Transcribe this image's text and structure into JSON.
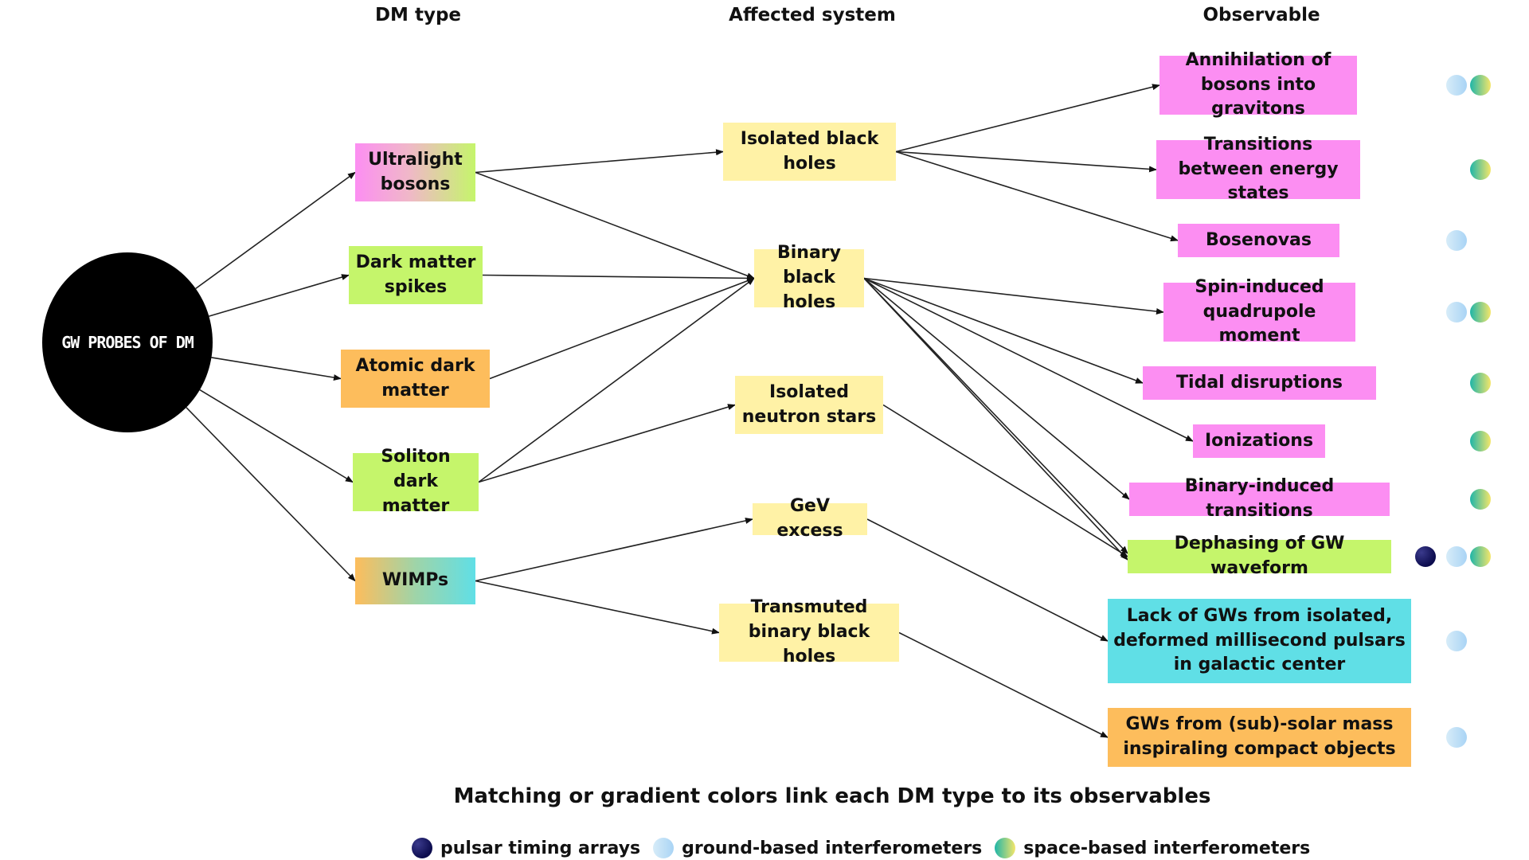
{
  "headers": {
    "dm_type": "DM type",
    "affected_system": "Affected system",
    "observable": "Observable"
  },
  "root": {
    "label": "GW PROBES OF DM"
  },
  "dm_types": [
    {
      "id": "ulb",
      "label": "Ultralight bosons"
    },
    {
      "id": "spikes",
      "label": "Dark matter spikes"
    },
    {
      "id": "atomic",
      "label": "Atomic dark matter"
    },
    {
      "id": "soliton",
      "label": "Soliton dark matter"
    },
    {
      "id": "wimps",
      "label": "WIMPs"
    }
  ],
  "systems": [
    {
      "id": "ibh",
      "label": "Isolated black holes"
    },
    {
      "id": "bbh",
      "label": "Binary black holes"
    },
    {
      "id": "ins",
      "label": "Isolated neutron stars"
    },
    {
      "id": "gev",
      "label": "GeV excess"
    },
    {
      "id": "tbbh",
      "label": "Transmuted binary black holes"
    }
  ],
  "observables": [
    {
      "id": "annih",
      "label": "Annihilation of bosons into gravitons",
      "detectors": [
        "ground",
        "space"
      ]
    },
    {
      "id": "trans",
      "label": "Transitions between energy states",
      "detectors": [
        "space"
      ]
    },
    {
      "id": "bosen",
      "label": "Bosenovas",
      "detectors": [
        "ground"
      ]
    },
    {
      "id": "spin",
      "label": "Spin-induced quadrupole moment",
      "detectors": [
        "ground",
        "space"
      ]
    },
    {
      "id": "tidal",
      "label": "Tidal disruptions",
      "detectors": [
        "space"
      ]
    },
    {
      "id": "ioniz",
      "label": "Ionizations",
      "detectors": [
        "space"
      ]
    },
    {
      "id": "bintr",
      "label": "Binary-induced transitions",
      "detectors": [
        "space"
      ]
    },
    {
      "id": "dephase",
      "label": "Dephasing of GW waveform",
      "detectors": [
        "pulsar",
        "ground",
        "space"
      ]
    },
    {
      "id": "lack",
      "label": "Lack of GWs from isolated, deformed millisecond pulsars in galactic center",
      "detectors": [
        "ground"
      ]
    },
    {
      "id": "subsolar",
      "label": "GWs from (sub)-solar mass inspiraling compact objects",
      "detectors": [
        "ground"
      ]
    }
  ],
  "edges": [
    [
      "root",
      "ulb"
    ],
    [
      "root",
      "spikes"
    ],
    [
      "root",
      "atomic"
    ],
    [
      "root",
      "soliton"
    ],
    [
      "root",
      "wimps"
    ],
    [
      "ulb",
      "ibh"
    ],
    [
      "ulb",
      "bbh"
    ],
    [
      "spikes",
      "bbh"
    ],
    [
      "atomic",
      "bbh"
    ],
    [
      "soliton",
      "bbh"
    ],
    [
      "soliton",
      "ins"
    ],
    [
      "wimps",
      "gev"
    ],
    [
      "wimps",
      "tbbh"
    ],
    [
      "ibh",
      "annih"
    ],
    [
      "ibh",
      "trans"
    ],
    [
      "ibh",
      "bosen"
    ],
    [
      "bbh",
      "spin"
    ],
    [
      "bbh",
      "tidal"
    ],
    [
      "bbh",
      "ioniz"
    ],
    [
      "bbh",
      "bintr"
    ],
    [
      "bbh",
      "dephase"
    ],
    [
      "bbh",
      "dephase"
    ],
    [
      "ins",
      "dephase"
    ],
    [
      "gev",
      "lack"
    ],
    [
      "tbbh",
      "subsolar"
    ]
  ],
  "caption": "Matching or gradient colors link each DM type to its observables",
  "legend": [
    {
      "key": "pulsar",
      "label": "pulsar timing arrays"
    },
    {
      "key": "ground",
      "label": "ground-based interferometers"
    },
    {
      "key": "space",
      "label": "space-based interferometers"
    }
  ],
  "colors": {
    "boson_pink": "#fc8ef2",
    "spike_green": "#c5f56b",
    "atomic_orange": "#fdbd5c",
    "wimp_cyan": "#60dfe6",
    "system_yellow": "#fff2a6",
    "pulsar_dot": "#0c0c4e",
    "ground_dot": "#a9d4f5",
    "space_dot": "#1fb5a8"
  }
}
